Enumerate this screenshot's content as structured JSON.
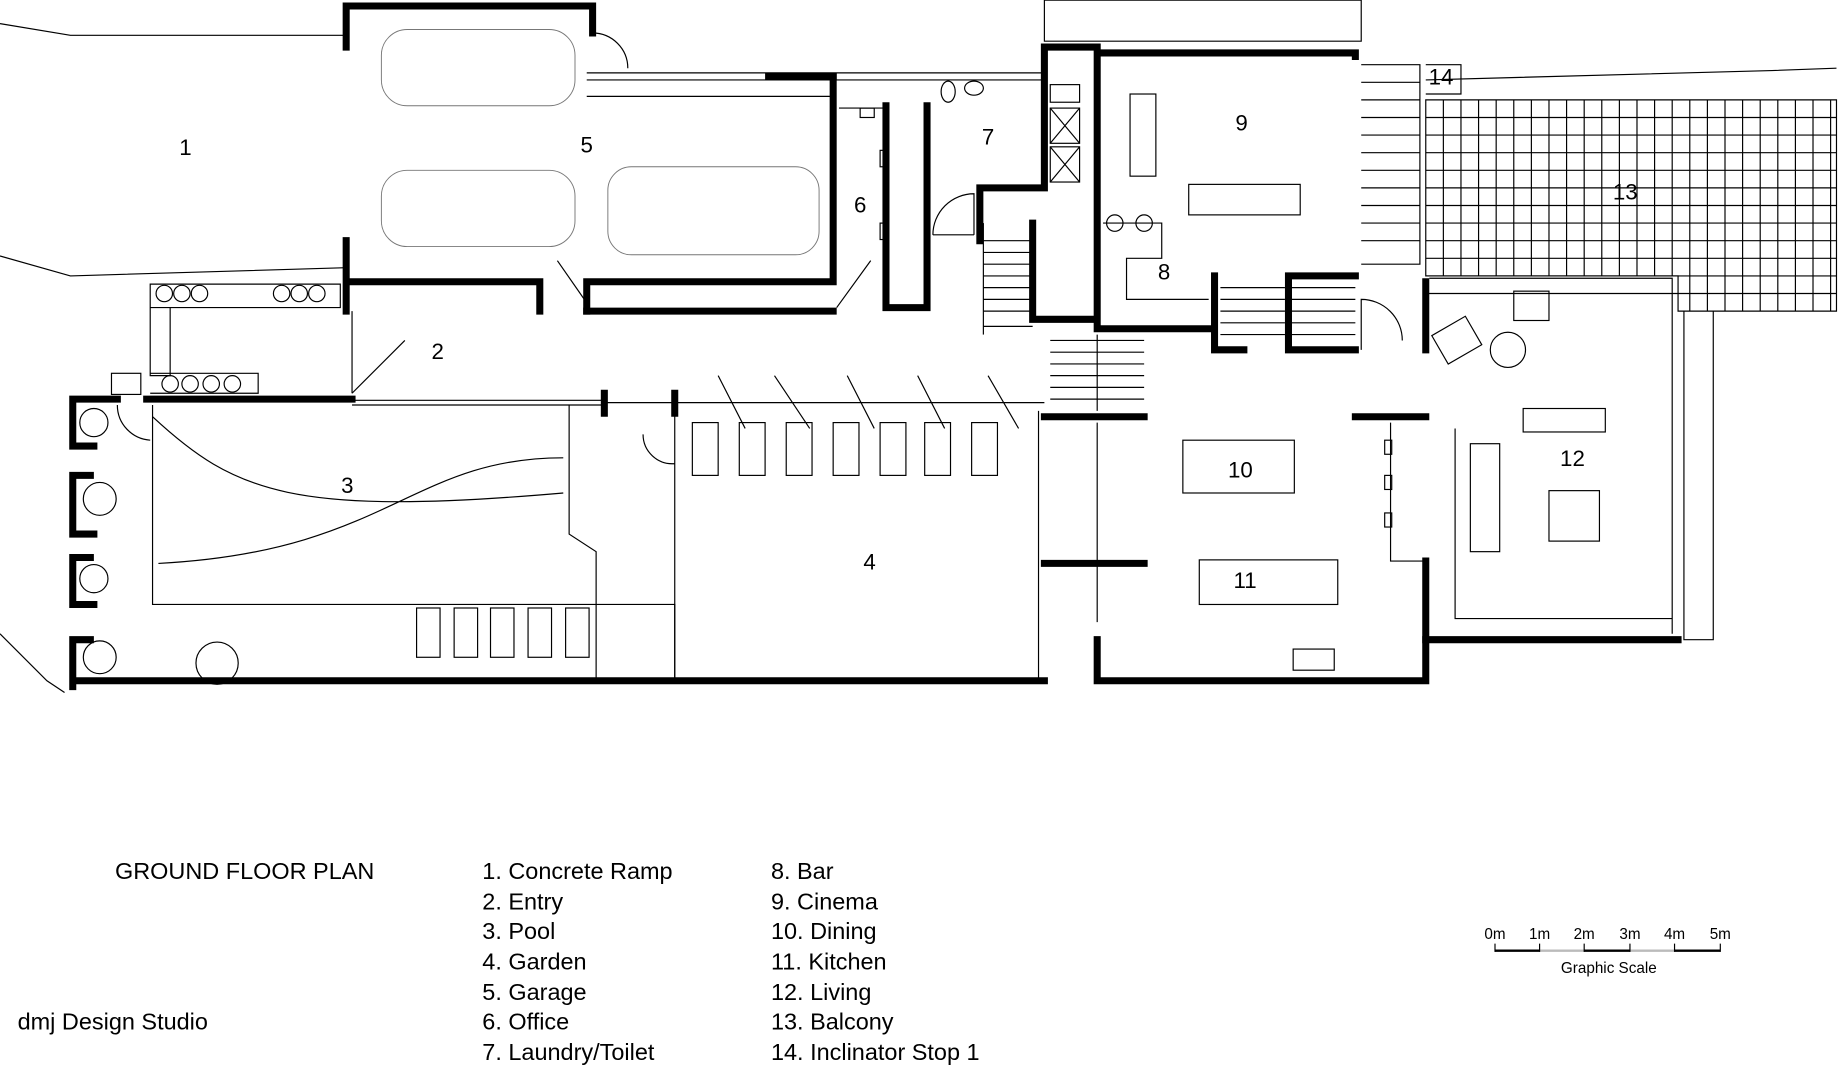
{
  "plan": {
    "title": "GROUND FLOOR PLAN",
    "studio": "dmj Design Studio",
    "room_numbers": [
      "1",
      "2",
      "3",
      "4",
      "5",
      "6",
      "7",
      "8",
      "9",
      "10",
      "11",
      "12",
      "13",
      "14"
    ]
  },
  "legend": {
    "col1": [
      "1. Concrete Ramp",
      "2. Entry",
      "3. Pool",
      "4. Garden",
      "5. Garage",
      "6. Office",
      "7. Laundry/Toilet"
    ],
    "col2": [
      "8. Bar",
      "9. Cinema",
      "10. Dining",
      "11. Kitchen",
      "12. Living",
      "13. Balcony",
      "14. Inclinator Stop 1"
    ]
  },
  "scale": {
    "ticks": [
      "0m",
      "1m",
      "2m",
      "3m",
      "4m",
      "5m"
    ],
    "label": "Graphic Scale"
  }
}
